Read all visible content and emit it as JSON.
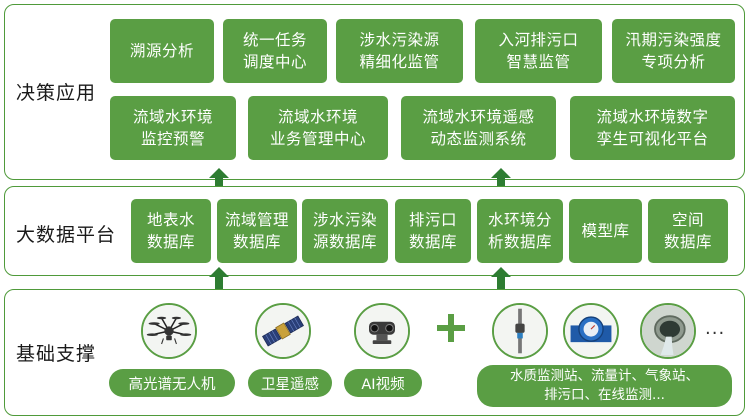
{
  "decision_layer": {
    "label": "决策应用",
    "row1": [
      {
        "line1": "溯源分析",
        "line2": ""
      },
      {
        "line1": "统一任务",
        "line2": "调度中心"
      },
      {
        "line1": "涉水污染源",
        "line2": "精细化监管"
      },
      {
        "line1": "入河排污口",
        "line2": "智慧监管"
      },
      {
        "line1": "汛期污染强度",
        "line2": "专项分析"
      }
    ],
    "row2": [
      {
        "line1": "流域水环境",
        "line2": "监控预警"
      },
      {
        "line1": "流域水环境",
        "line2": "业务管理中心"
      },
      {
        "line1": "流域水环境遥感",
        "line2": "动态监测系统"
      },
      {
        "line1": "流域水环境数字",
        "line2": "孪生可视化平台"
      }
    ]
  },
  "data_layer": {
    "label": "大数据平台",
    "boxes": [
      {
        "line1": "地表水",
        "line2": "数据库"
      },
      {
        "line1": "流域管理",
        "line2": "数据库"
      },
      {
        "line1": "涉水污染",
        "line2": "源数据库"
      },
      {
        "line1": "排污口",
        "line2": "数据库"
      },
      {
        "line1": "水环境分",
        "line2": "析数据库"
      },
      {
        "line1": "模型库",
        "line2": ""
      },
      {
        "line1": "空间",
        "line2": "数据库"
      }
    ]
  },
  "base_layer": {
    "label": "基础支撑",
    "items": [
      {
        "icon": "drone-icon",
        "label": "高光谱无人机"
      },
      {
        "icon": "satellite-icon",
        "label": "卫星遥感"
      },
      {
        "icon": "ai-camera-icon",
        "label": "AI视频"
      }
    ],
    "plus": "+",
    "sensor_icons": [
      "water-sensor-icon",
      "flow-meter-icon",
      "outfall-pipe-icon"
    ],
    "ellipsis": "...",
    "stations_line1": "水质监测站、流量计、气象站、",
    "stations_line2": "排污口、在线监测..."
  },
  "colors": {
    "accent": "#5a9e44",
    "border": "#4f9a3a",
    "arrow": "#2e7d32"
  }
}
